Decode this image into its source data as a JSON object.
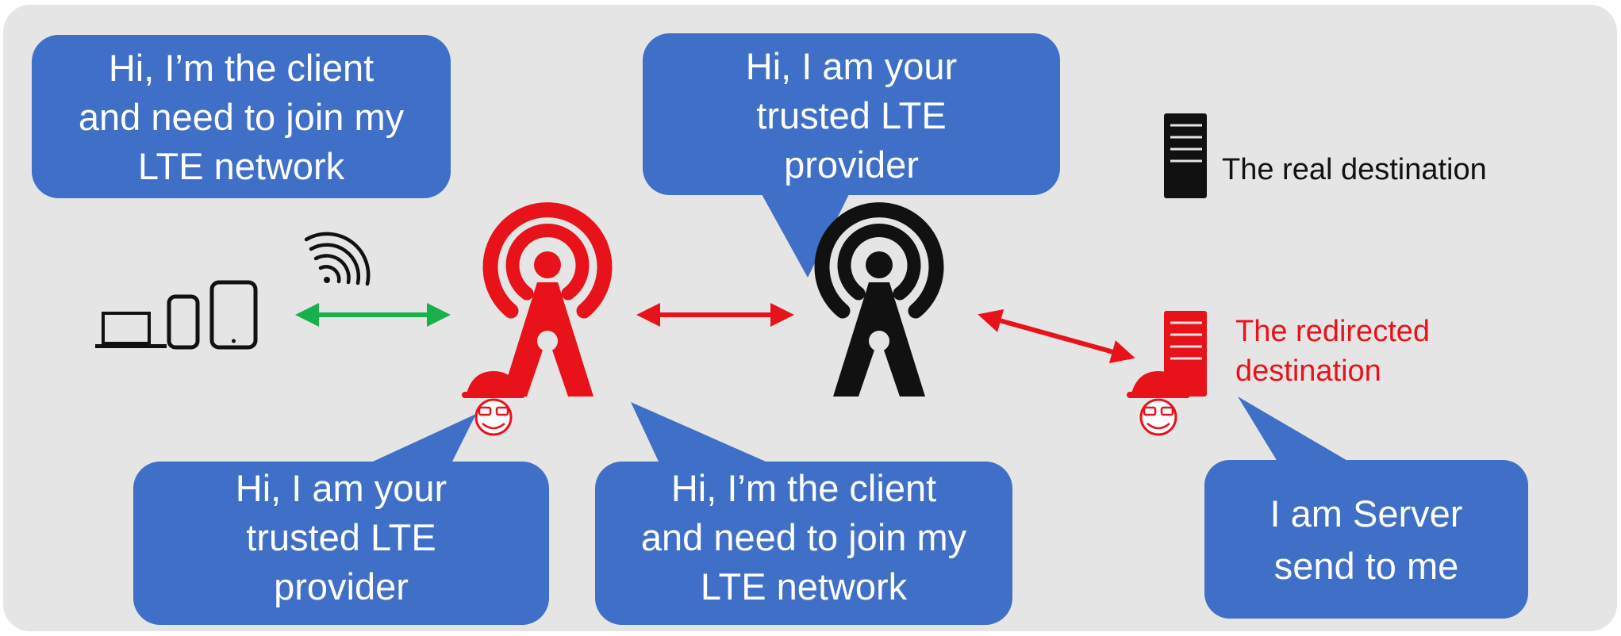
{
  "bubbles": {
    "client_top": [
      "Hi, I’m the client",
      "and need to join my",
      "LTE network"
    ],
    "provider_top": [
      "Hi, I am your",
      "trusted LTE",
      "provider"
    ],
    "attacker_provider": [
      "Hi, I am your",
      "trusted LTE",
      "provider"
    ],
    "attacker_client": [
      "Hi, I’m the client",
      "and need to join my",
      "LTE network"
    ],
    "fake_server": [
      "I am Server",
      "send to me"
    ]
  },
  "destinations": {
    "real": "The real destination",
    "redirected": [
      "The redirected",
      "destination"
    ]
  },
  "colors": {
    "bubble": "#3f6fc6",
    "attacker": "#e8131a",
    "legit": "#111111",
    "client_link": "#19b04b",
    "background": "#e5e5e5"
  },
  "icons": [
    "laptop-icon",
    "phone-icon",
    "tablet-icon",
    "wifi-signal-icon",
    "tower-icon",
    "server-icon",
    "hacker-icon"
  ]
}
